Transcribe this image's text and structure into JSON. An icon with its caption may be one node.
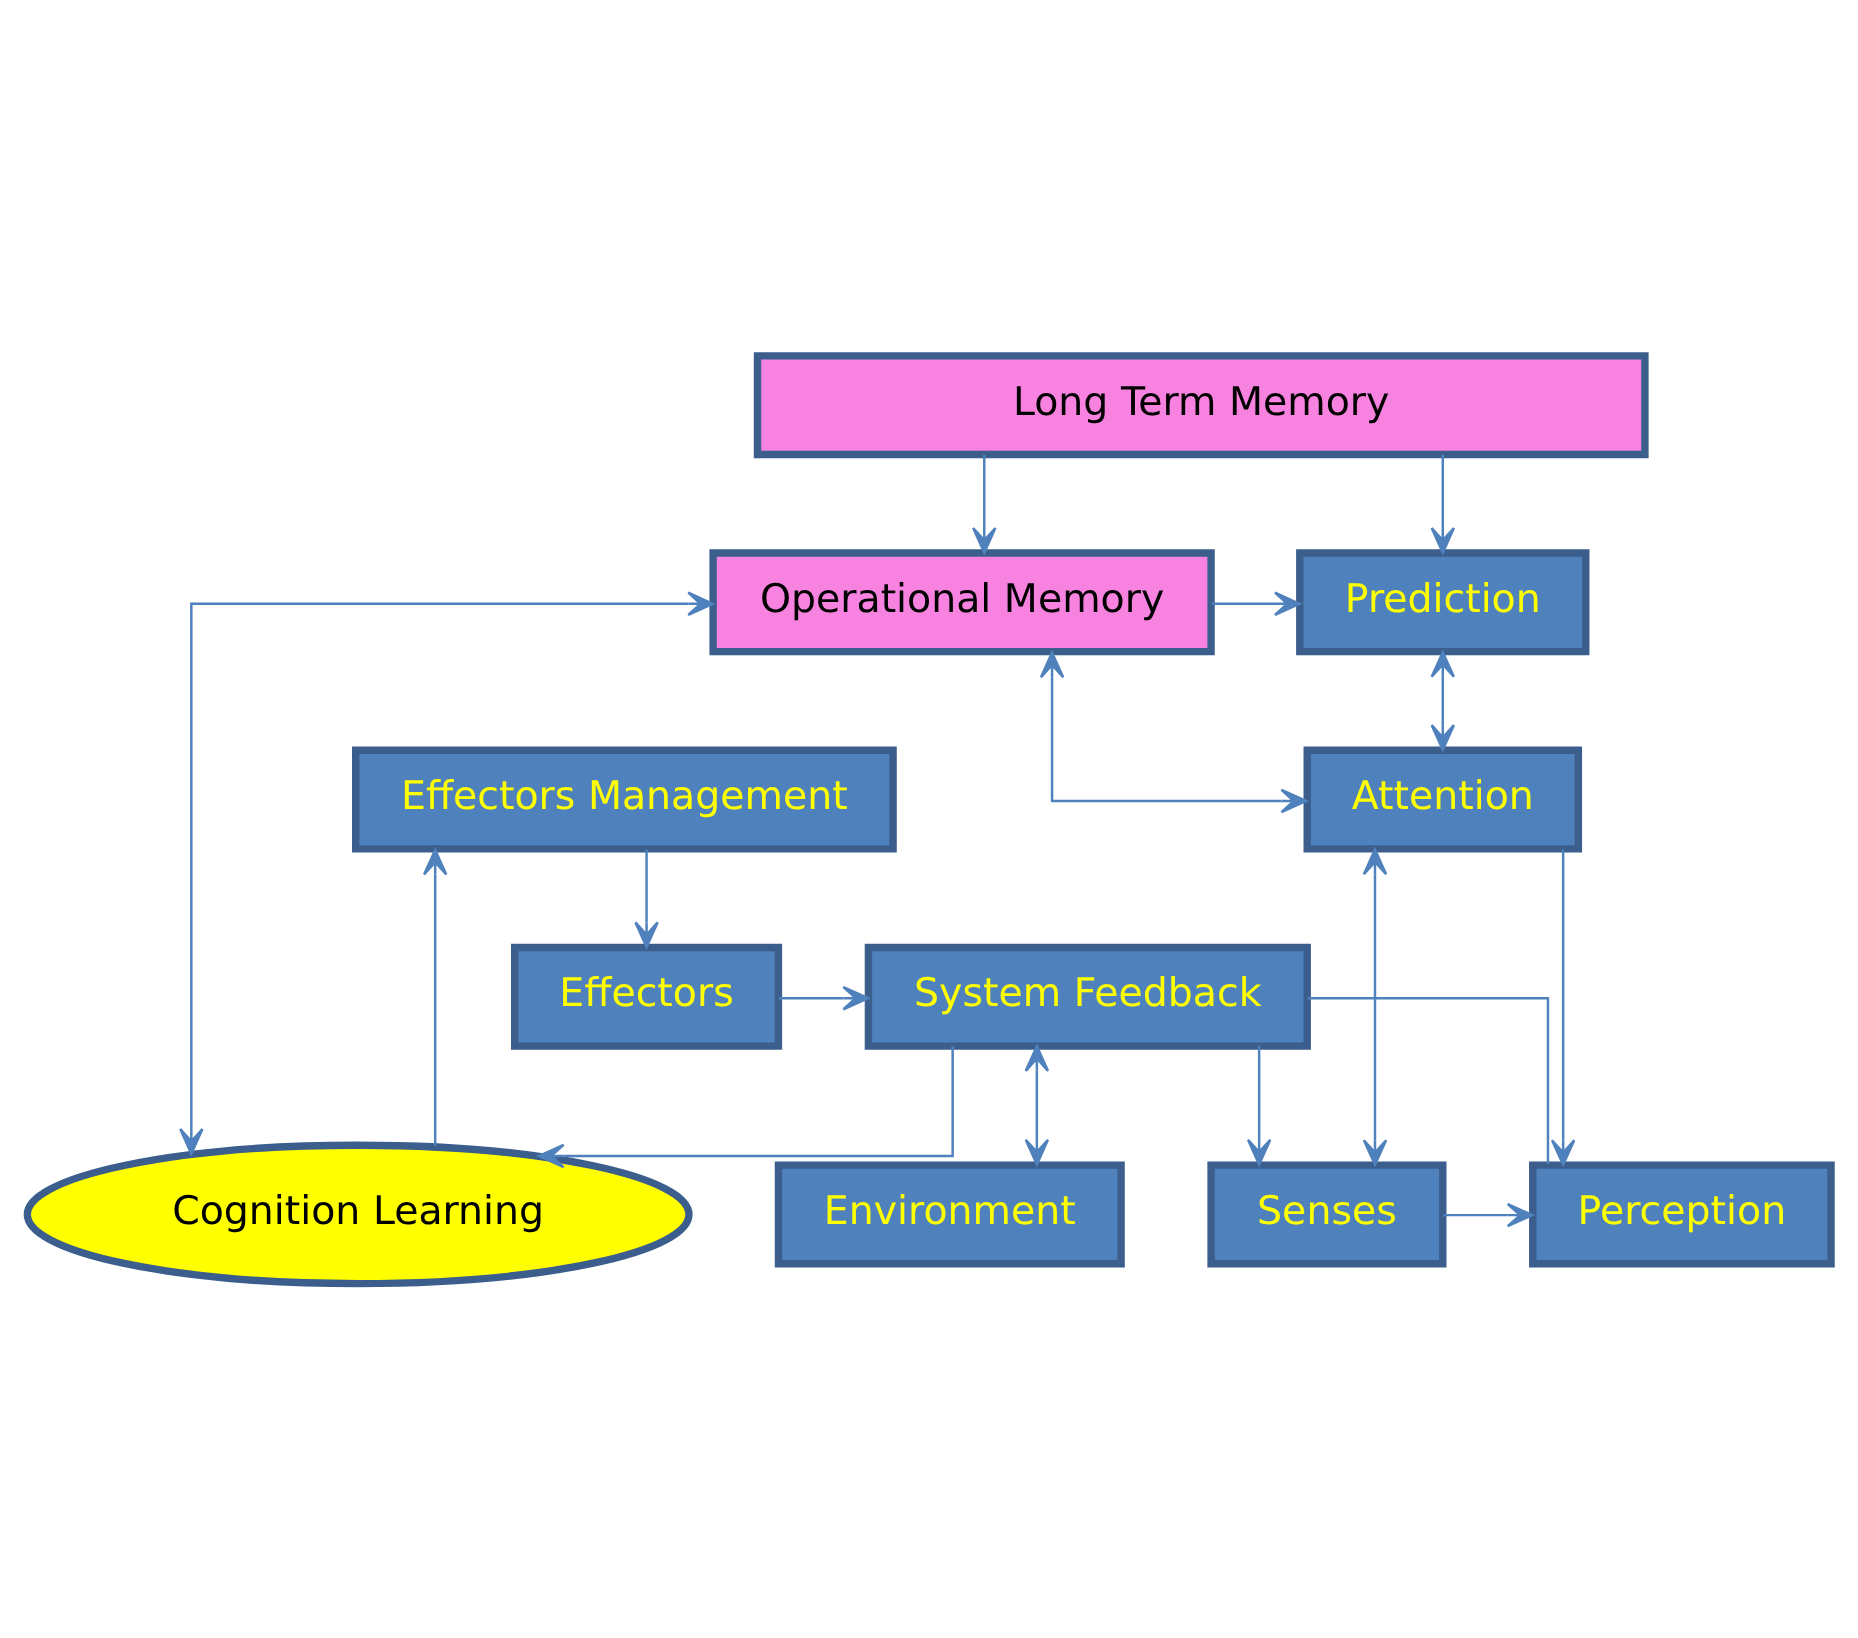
{
  "diagram": {
    "nodes": [
      {
        "text": [
          "Long Term Memory"
        ]
      },
      {
        "text": [
          "Prediction"
        ]
      },
      {
        "text": [
          "Attention"
        ]
      },
      {
        "text": [
          "Operational Memory"
        ]
      },
      {
        "text": [
          "Perception"
        ]
      },
      {
        "text": [
          "Senses"
        ]
      },
      {
        "text": [
          "Cognition Learning"
        ]
      },
      {
        "text": [
          "Effectors Management"
        ]
      },
      {
        "text": [
          "Effectors"
        ]
      },
      {
        "text": [
          "System Feedback"
        ]
      },
      {
        "text": [
          "Environment"
        ]
      }
    ],
    "edges": [
      {
        "from": 0,
        "to": 1,
        "arrow": "to"
      },
      {
        "from": 3,
        "to": 1,
        "arrow": "to"
      },
      {
        "from": 0,
        "to": 3,
        "arrow": "to"
      },
      {
        "from": 1,
        "to": 2,
        "arrow": "both"
      },
      {
        "from": 2,
        "to": 3,
        "arrow": "both"
      },
      {
        "from": 2,
        "to": 4,
        "arrow": "to"
      },
      {
        "from": 2,
        "to": 5,
        "arrow": "both"
      },
      {
        "from": 5,
        "to": 4,
        "arrow": "to"
      },
      {
        "from": 3,
        "to": 6,
        "arrow": "both"
      },
      {
        "from": 6,
        "to": 7,
        "arrow": "to"
      },
      {
        "from": 7,
        "to": 8,
        "arrow": "to"
      },
      {
        "from": 8,
        "to": 9,
        "arrow": "to"
      },
      {
        "from": 9,
        "to": 5,
        "arrow": "to"
      },
      {
        "from": 4,
        "to": 9,
        "arrow": "none"
      },
      {
        "from": 9,
        "to": 6,
        "arrow": "to"
      },
      {
        "from": 9,
        "to": 10,
        "arrow": "both"
      }
    ]
  }
}
